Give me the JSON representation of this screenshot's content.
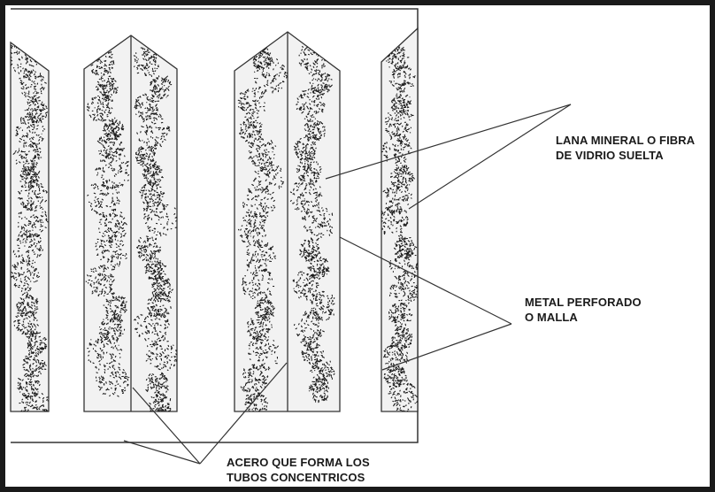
{
  "labels": {
    "mineral_wool": {
      "line1": "LANA MINERAL O FIBRA",
      "line2": "DE VIDRIO SUELTA"
    },
    "perforated_metal": {
      "line1": "METAL PERFORADO",
      "line2": "O MALLA"
    },
    "steel_tubes": {
      "line1": "ACERO QUE FORMA LOS",
      "line2": "TUBOS CONCENTRICOS"
    }
  },
  "colors": {
    "frame": "#1a1a1a",
    "outline": "#333333",
    "tube_fill": "#f2f2f2",
    "fiber": "#1c1c1c",
    "background": "#ffffff"
  }
}
